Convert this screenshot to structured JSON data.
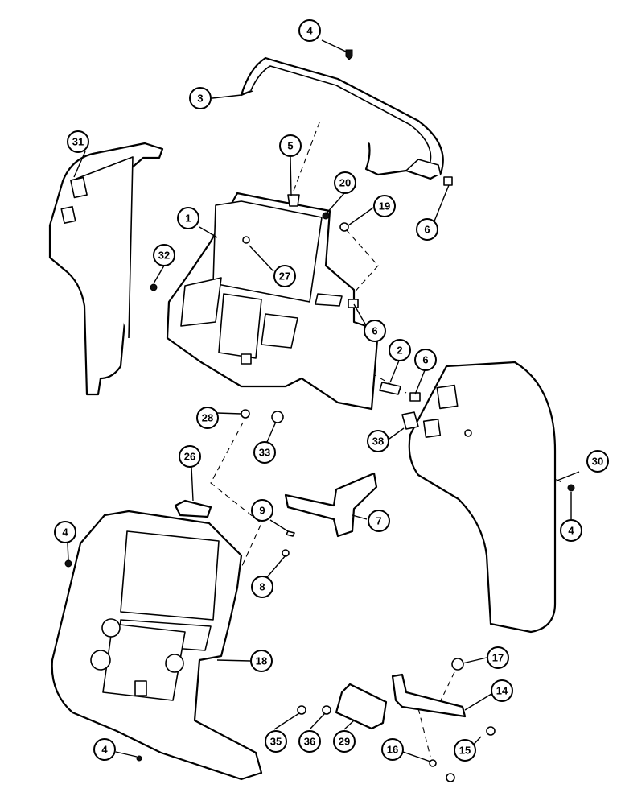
{
  "callouts": [
    {
      "id": "c-4a",
      "label": "4"
    },
    {
      "id": "c-3",
      "label": "3"
    },
    {
      "id": "c-31",
      "label": "31"
    },
    {
      "id": "c-5",
      "label": "5"
    },
    {
      "id": "c-20",
      "label": "20"
    },
    {
      "id": "c-19",
      "label": "19"
    },
    {
      "id": "c-6a",
      "label": "6"
    },
    {
      "id": "c-1",
      "label": "1"
    },
    {
      "id": "c-32",
      "label": "32"
    },
    {
      "id": "c-27",
      "label": "27"
    },
    {
      "id": "c-6b",
      "label": "6"
    },
    {
      "id": "c-2",
      "label": "2"
    },
    {
      "id": "c-6c",
      "label": "6"
    },
    {
      "id": "c-28",
      "label": "28"
    },
    {
      "id": "c-38",
      "label": "38"
    },
    {
      "id": "c-33",
      "label": "33"
    },
    {
      "id": "c-26",
      "label": "26"
    },
    {
      "id": "c-30",
      "label": "30"
    },
    {
      "id": "c-9",
      "label": "9"
    },
    {
      "id": "c-7",
      "label": "7"
    },
    {
      "id": "c-4b",
      "label": "4"
    },
    {
      "id": "c-4c",
      "label": "4"
    },
    {
      "id": "c-8",
      "label": "8"
    },
    {
      "id": "c-18",
      "label": "18"
    },
    {
      "id": "c-17",
      "label": "17"
    },
    {
      "id": "c-14",
      "label": "14"
    },
    {
      "id": "c-4d",
      "label": "4"
    },
    {
      "id": "c-35",
      "label": "35"
    },
    {
      "id": "c-36",
      "label": "36"
    },
    {
      "id": "c-29",
      "label": "29"
    },
    {
      "id": "c-16",
      "label": "16"
    },
    {
      "id": "c-15",
      "label": "15"
    }
  ]
}
